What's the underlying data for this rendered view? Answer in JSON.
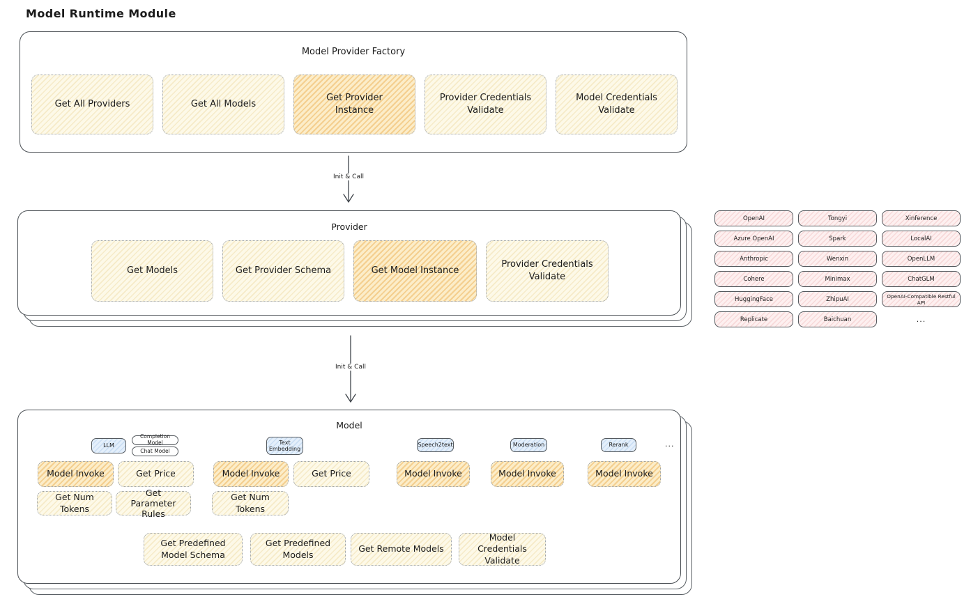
{
  "title": "Model Runtime Module",
  "factory": {
    "title": "Model Provider Factory",
    "functions": [
      {
        "label": "Get All Providers"
      },
      {
        "label": "Get All Models"
      },
      {
        "label": "Get Provider Instance"
      },
      {
        "label": "Provider Credentials Validate"
      },
      {
        "label": "Model Credentials Validate"
      }
    ]
  },
  "arrow1": {
    "label": "Init & Call"
  },
  "arrow2": {
    "label": "Init & Call"
  },
  "provider": {
    "title": "Provider",
    "functions": [
      {
        "label": "Get Models"
      },
      {
        "label": "Get Provider Schema"
      },
      {
        "label": "Get Model Instance"
      },
      {
        "label": "Provider Credentials Validate"
      }
    ]
  },
  "provider_list": {
    "items": [
      "OpenAI",
      "Tongyi",
      "Xinference",
      "Azure OpenAI",
      "Spark",
      "LocalAI",
      "Anthropic",
      "Wenxin",
      "OpenLLM",
      "Cohere",
      "Minimax",
      "ChatGLM",
      "HuggingFace",
      "ZhipuAI",
      "OpenAI-Compatible Restful API",
      "Replicate",
      "Baichuan"
    ],
    "more": "..."
  },
  "model": {
    "title": "Model",
    "types": {
      "llm": "LLM",
      "completion": "Completion Model",
      "chat": "Chat Model",
      "text_embedding": "Text Embedding",
      "speech2text": "Speech2text",
      "moderation": "Moderation",
      "rerank": "Rerank",
      "more": "..."
    },
    "row1": [
      {
        "label": "Model Invoke"
      },
      {
        "label": "Get Price"
      },
      {
        "label": "Model Invoke"
      },
      {
        "label": "Get Price"
      },
      {
        "label": "Model Invoke"
      },
      {
        "label": "Model Invoke"
      },
      {
        "label": "Model Invoke"
      }
    ],
    "row2": [
      {
        "label": "Get Num Tokens"
      },
      {
        "label": "Get Parameter Rules"
      },
      {
        "label": "Get Num Tokens"
      }
    ],
    "row3": [
      {
        "label": "Get Predefined Model Schema"
      },
      {
        "label": "Get Predefined Models"
      },
      {
        "label": "Get Remote Models"
      },
      {
        "label": "Model Credentials Validate"
      }
    ]
  },
  "colors": {
    "highlight_fill": "#fcedc9",
    "cream_fill": "#fdf9e8",
    "pink_fill": "#fdf0f0",
    "blue_fill": "#e4effb",
    "border_dark": "#494e53",
    "border_dotted": "#9aa0a6"
  }
}
